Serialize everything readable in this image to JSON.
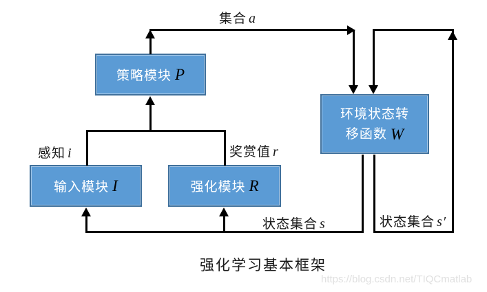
{
  "diagram_title": "强化学习基本框架",
  "watermark": "https://blog.csdn.net/TIQCmatlab",
  "boxes": {
    "policy": {
      "cn": "策略模块",
      "letter": "P"
    },
    "input": {
      "cn": "输入模块",
      "letter": "I"
    },
    "reinforce": {
      "cn": "强化模块",
      "letter": "R"
    },
    "env": {
      "cn_line1": "环境状态转",
      "cn_line2": "移函数",
      "letter": "W"
    }
  },
  "edge_labels": {
    "action": {
      "cn": "集合",
      "var": "a"
    },
    "perception": {
      "cn": "感知",
      "var": "i"
    },
    "reward": {
      "cn": "奖赏值",
      "var": "r"
    },
    "state": {
      "cn": "状态集合",
      "var": "s"
    },
    "next_state": {
      "cn": "状态集合",
      "var": "s′"
    }
  },
  "colors": {
    "box_fill": "#5b9bd5",
    "box_border": "#41719c",
    "line": "#000000",
    "box_text": "#ffffff",
    "letter": "#000000",
    "label_text": "#1a1a1a",
    "caption_text": "#1a1a1a",
    "watermark_text": "#e0e0e0",
    "background": "#ffffff"
  }
}
